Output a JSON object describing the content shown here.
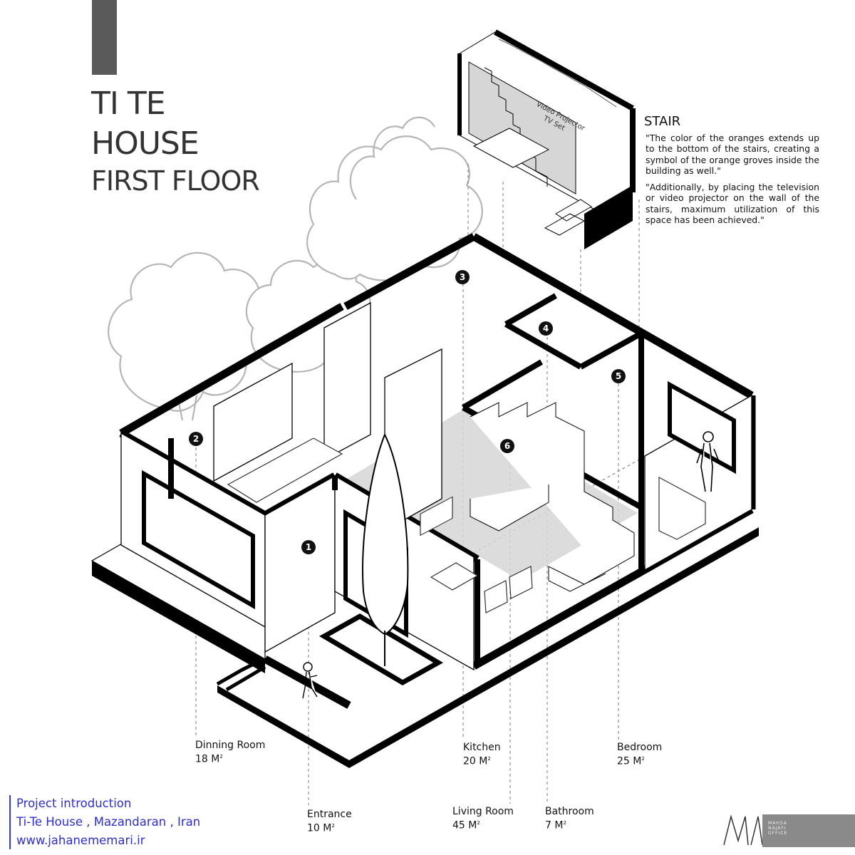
{
  "title": {
    "line1": "TI TE",
    "line2": "HOUSE",
    "line3": "FIRST FLOOR"
  },
  "stair": {
    "heading": "STAIR",
    "paragraph1": "\"The color of the oranges extends up to the bottom of the stairs, creating a symbol of the orange groves inside the building as well.\"",
    "paragraph2": "\"Additionally, by placing the television or video projector on the wall of the stairs, maximum utilization of this space has been achieved.\"",
    "projector_label1": "Video Projector",
    "projector_label2": "TV Set"
  },
  "markers": [
    "1",
    "2",
    "3",
    "4",
    "5",
    "6"
  ],
  "rooms": {
    "dining": {
      "name": "Dinning Room",
      "area": "18 M",
      "sup": "2"
    },
    "entrance": {
      "name": "Entrance",
      "area": "10 M",
      "sup": "2"
    },
    "kitchen": {
      "name": "Kitchen",
      "area": "20 M",
      "sup": "2"
    },
    "living": {
      "name": "Living Room",
      "area": "45 M",
      "sup": "2"
    },
    "bathroom": {
      "name": "Bathroom",
      "area": "7 M",
      "sup": "2"
    },
    "bedroom": {
      "name": "Bedroom",
      "area": "25 M",
      "sup": "2"
    }
  },
  "project": {
    "line1": "Project introduction",
    "line2": "Ti-Te House , Mazandaran , Iran",
    "line3": "www.jahanememari.ir"
  },
  "logo": {
    "line1": "MAHSA",
    "line2": "NAJAFI",
    "line3": "OFFICE"
  },
  "colors": {
    "title_bar": "#5a5a5a",
    "title_text": "#333333",
    "project_text": "#2f2fc8",
    "tree_outline": "#b5b5b5",
    "shaded_floor": "#d6d6d6",
    "wall_black": "#000000"
  }
}
